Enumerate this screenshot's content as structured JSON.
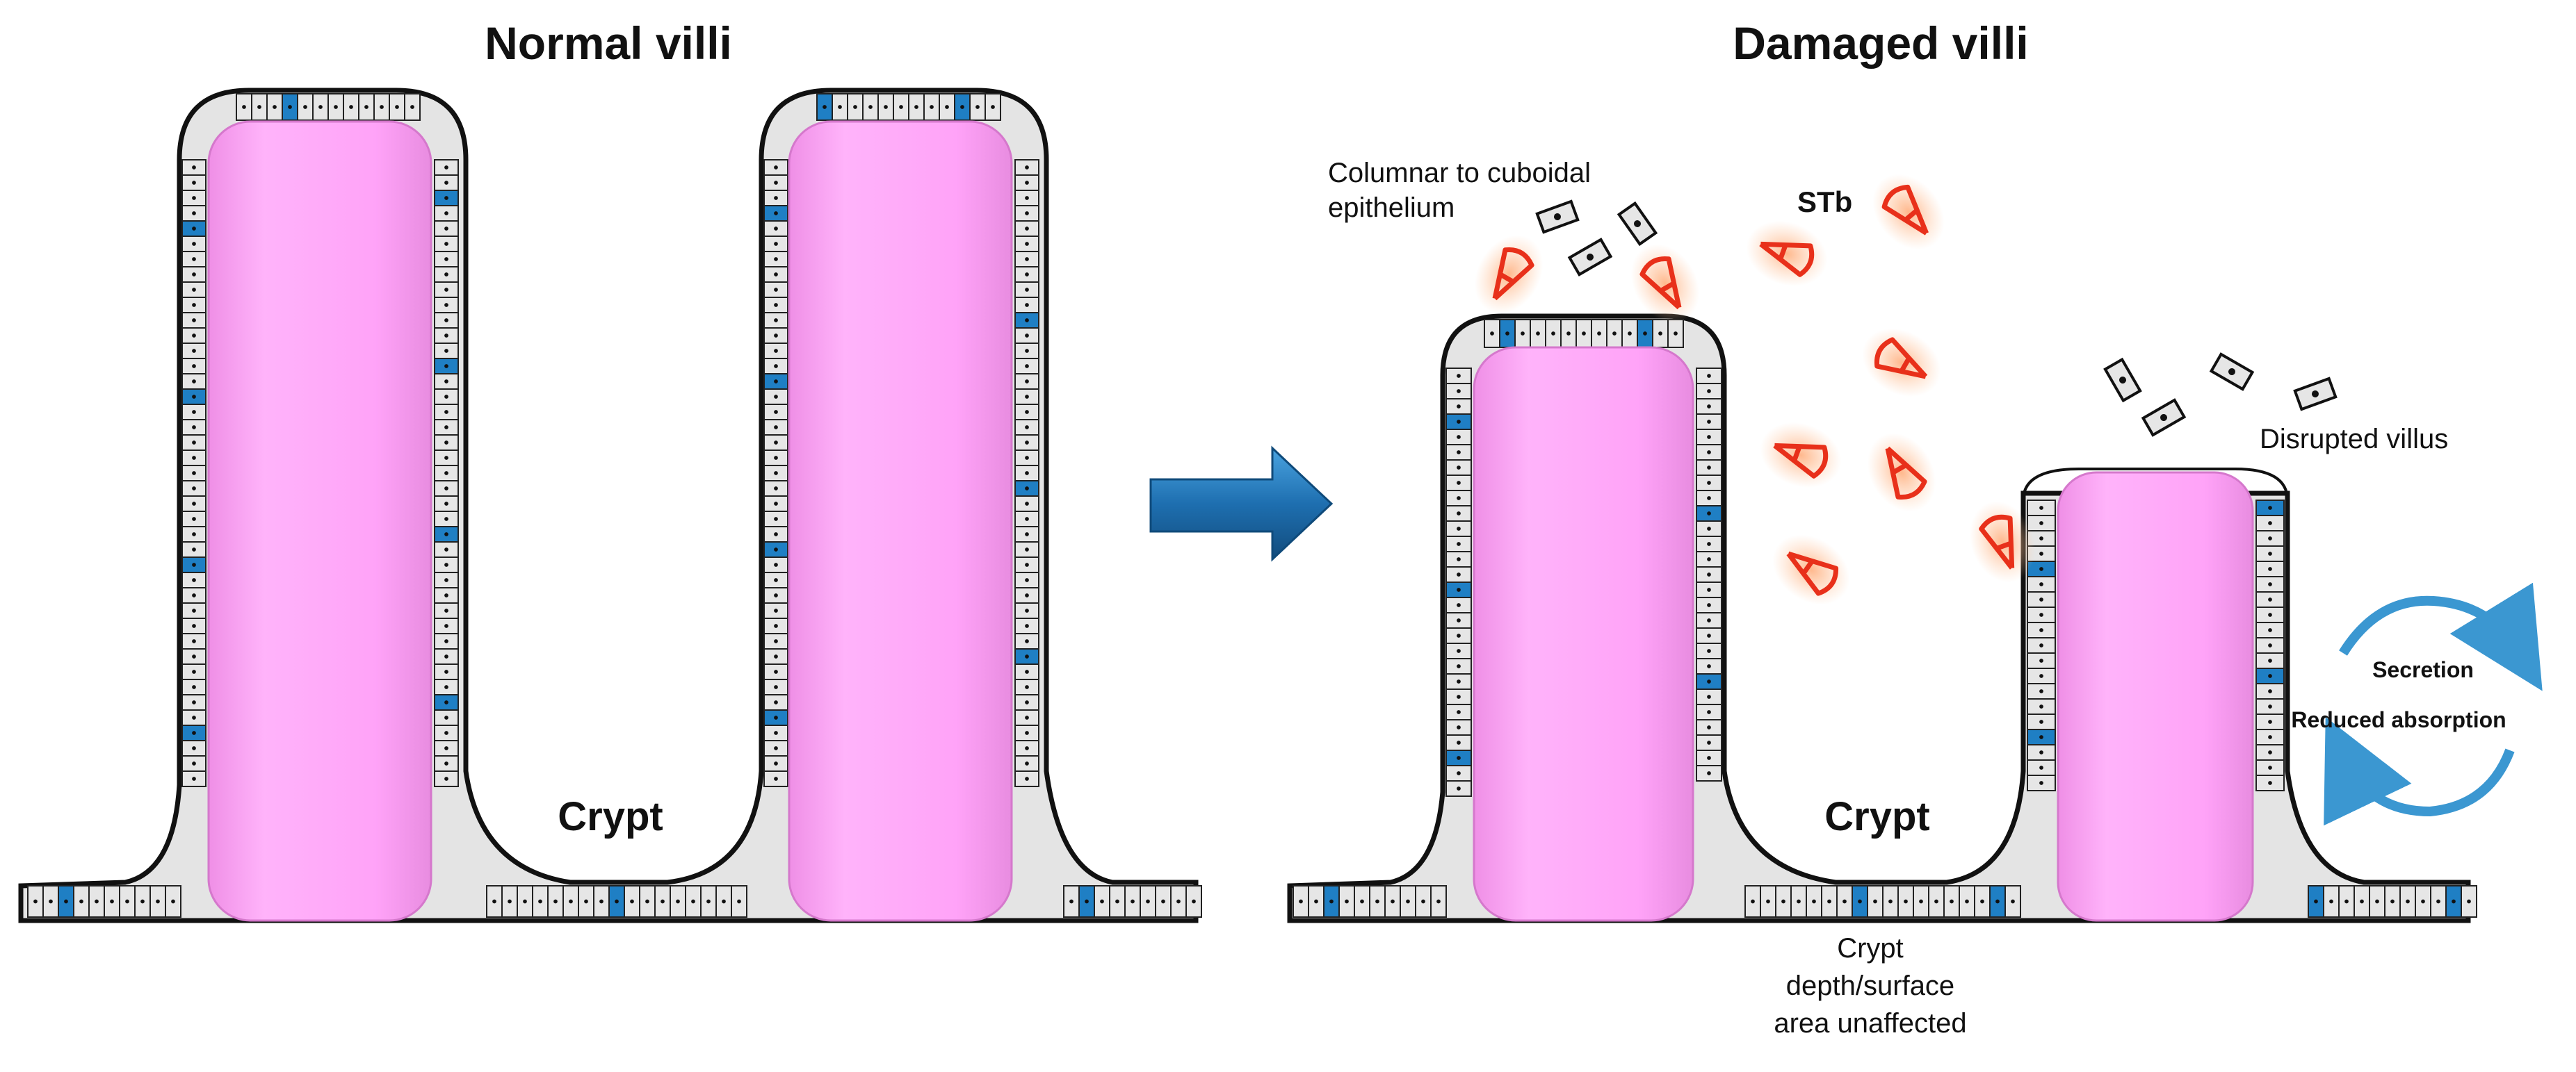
{
  "panels": {
    "normal": {
      "title": "Normal villi",
      "crypt_label": "Crypt"
    },
    "damaged": {
      "title": "Damaged villi",
      "crypt_label": "Crypt",
      "epithelium_label_line1": "Columnar to cuboidal",
      "epithelium_label_line2": "epithelium",
      "toxin_label": "STb",
      "disrupted_label": "Disrupted villus",
      "crypt_note_line1": "Crypt",
      "crypt_note_line2": "depth/surface",
      "crypt_note_line3": "area unaffected",
      "cycle_top": "Secretion",
      "cycle_bottom": "Reduced absorption"
    }
  },
  "colors": {
    "lamina": "#ffa3f8",
    "lamina_dark": "#e68ade",
    "cell": "#e6e6e6",
    "goblet": "#1f7fc4",
    "arrow": "#1e6fb0",
    "toxin": "#e8301a",
    "cycle": "#3b97d1"
  }
}
